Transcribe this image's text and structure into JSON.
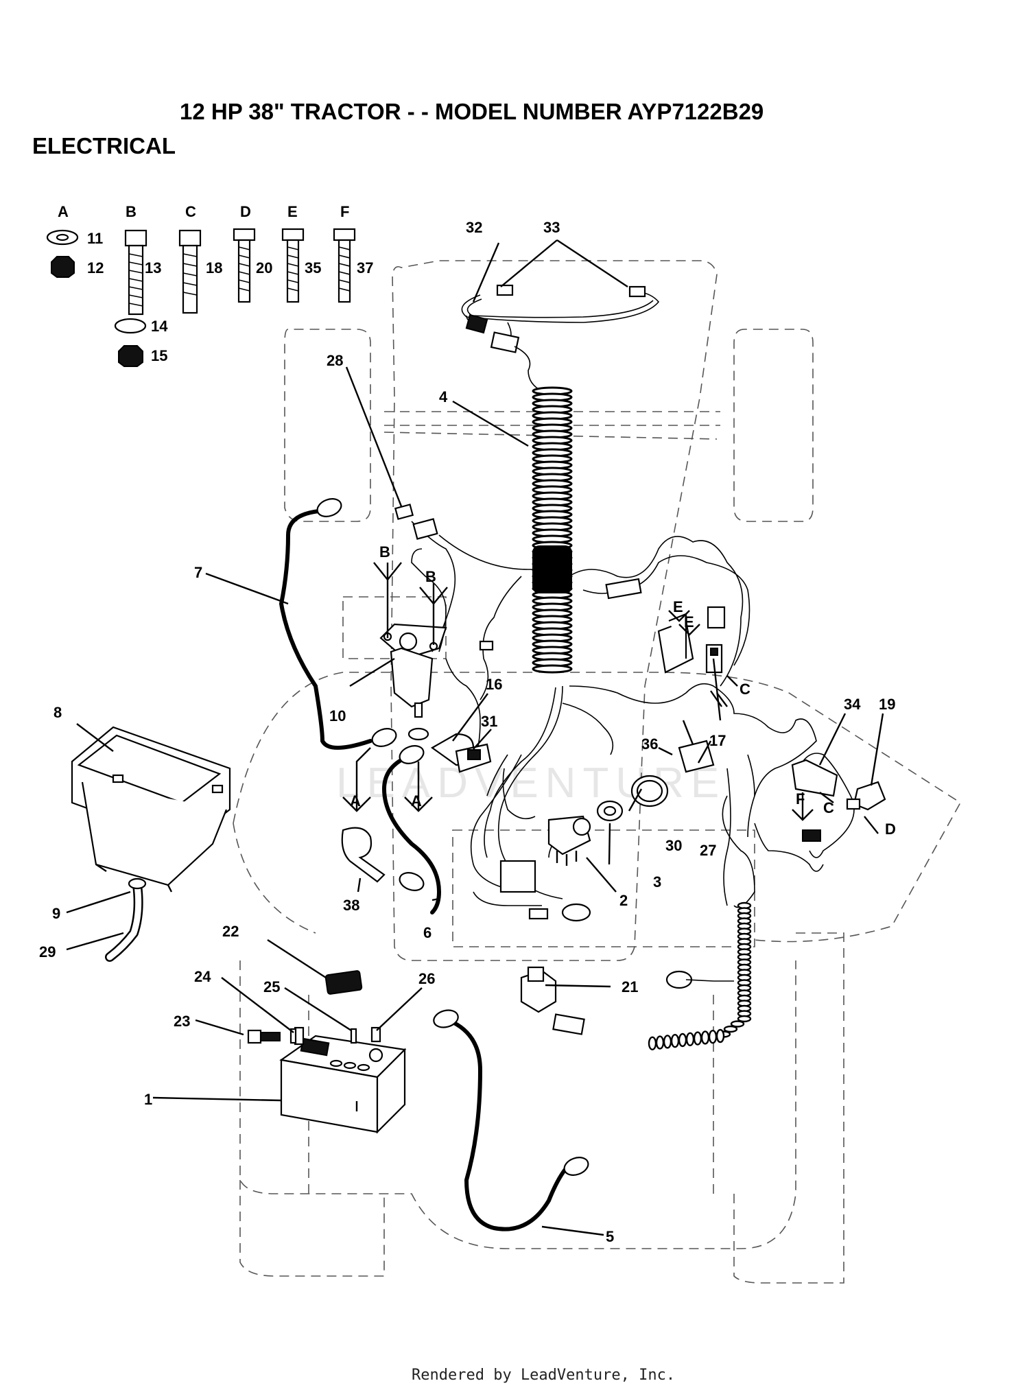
{
  "title": "12 HP 38\" TRACTOR - - MODEL NUMBER AYP7122B29",
  "section": "ELECTRICAL",
  "footer": "Rendered by LeadVenture, Inc.",
  "watermark": "LEADVENTURE",
  "hardware_letters": [
    "A",
    "B",
    "C",
    "D",
    "E",
    "F"
  ],
  "hardware_numbers": [
    "11",
    "12",
    "13",
    "14",
    "15",
    "18",
    "20",
    "35",
    "37"
  ],
  "part_labels": [
    "1",
    "2",
    "3",
    "4",
    "5",
    "6",
    "7",
    "8",
    "9",
    "10",
    "16",
    "17",
    "19",
    "21",
    "22",
    "23",
    "24",
    "25",
    "26",
    "27",
    "28",
    "29",
    "30",
    "31",
    "32",
    "33",
    "34",
    "36",
    "38"
  ],
  "connection_letters": [
    "B",
    "B",
    "A",
    "A",
    "E",
    "E",
    "C",
    "C",
    "F",
    "D"
  ]
}
